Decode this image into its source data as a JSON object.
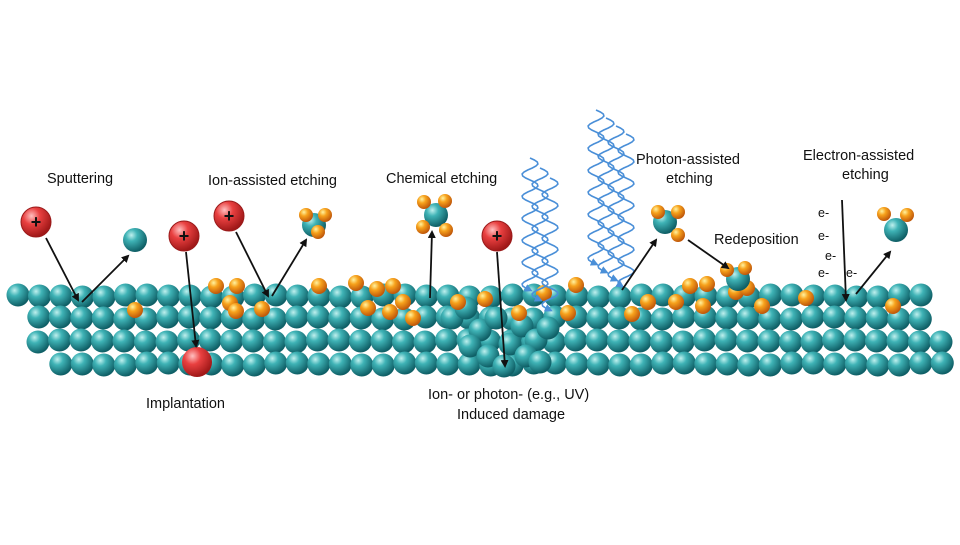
{
  "labels": {
    "sputtering": "Sputtering",
    "ion_assisted": "Ion-assisted etching",
    "chemical": "Chemical etching",
    "photon_line1": "Photon-assisted",
    "photon_line2": "etching",
    "electron_line1": "Electron-assisted",
    "electron_line2": "etching",
    "redeposition": "Redeposition",
    "implantation": "Implantation",
    "damage_line1": "Ion- or photon- (e.g., UV)",
    "damage_line2": "Induced damage"
  },
  "ion_symbol": "+",
  "electron_symbol": "e-",
  "colors": {
    "substrate": "#1f8c93",
    "substrate_light": "#8fd6d6",
    "adsorbate": "#f08a10",
    "adsorbate_light": "#ffe07a",
    "ion": "#e23c3c",
    "ion_light": "#ff9a9a",
    "uv_wave": "#4a8fd8"
  }
}
